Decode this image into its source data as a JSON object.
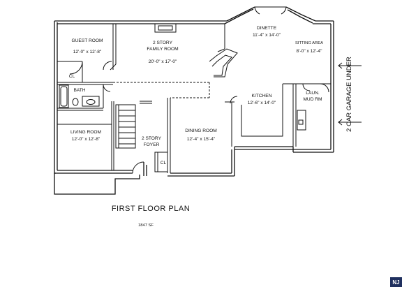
{
  "plan_title": "FIRST FLOOR PLAN",
  "square_feet": "1847 SF",
  "garage_note": "2 CAR GARAGE UNDER",
  "rooms": {
    "guest_room": {
      "name": "GUEST ROOM",
      "dims": "12'-0\" x 12'-8\""
    },
    "family_room": {
      "name_line1": "2 STORY",
      "name_line2": "FAMILY ROOM",
      "dims": "20'-0\" x 17'-0\""
    },
    "dinette": {
      "name": "DINETTE",
      "dims": "11'-4\" x 14'-0\""
    },
    "sitting_area": {
      "name": "SITTING AREA",
      "dims": "8'-0\" x 12'-4\""
    },
    "closet_upper": {
      "name": "CL"
    },
    "bath": {
      "name": "BATH"
    },
    "kitchen": {
      "name": "KITCHEN",
      "dims": "12'-6\" x 14'-0\""
    },
    "laundry": {
      "name_line1": "LAUN.",
      "name_line2": "MUD RM"
    },
    "living_room": {
      "name": "LIVING ROOM",
      "dims": "12'-0\" x 12'-8\""
    },
    "foyer": {
      "name_line1": "2 STORY",
      "name_line2": "FOYER"
    },
    "dining_room": {
      "name": "DINING ROOM",
      "dims": "12'-4\" x 15'-4\""
    },
    "closet_foyer": {
      "name": "CL"
    }
  },
  "badge": "NJ",
  "colors": {
    "line": "#111111",
    "background": "#ffffff",
    "badge": "#20305f"
  }
}
